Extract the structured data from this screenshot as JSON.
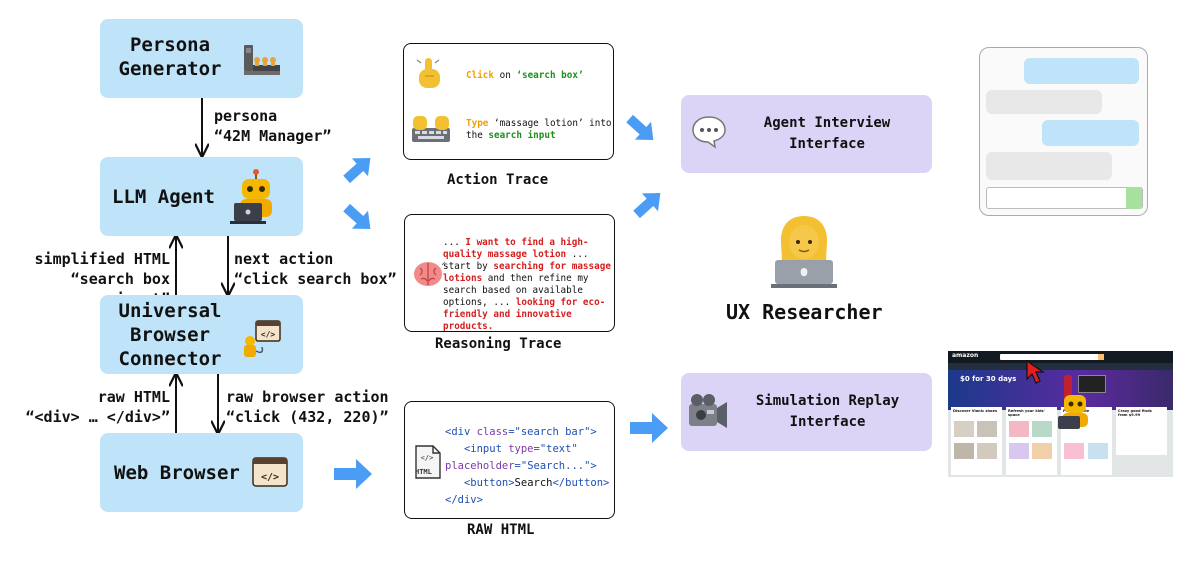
{
  "nodes": {
    "persona_generator": [
      "Persona",
      "Generator"
    ],
    "llm_agent": "LLM Agent",
    "connector": [
      "Universal",
      "Browser",
      "Connector"
    ],
    "web_browser": "Web Browser",
    "agent_interview": [
      "Agent Interview",
      "Interface"
    ],
    "simulation_replay": [
      "Simulation Replay",
      "Interface"
    ],
    "ux_researcher": "UX Researcher"
  },
  "edges": {
    "persona": [
      "persona",
      "“42M Manager”"
    ],
    "simplified_html": [
      "simplified HTML",
      "“search box input”"
    ],
    "next_action": [
      "next action",
      "“click search box”"
    ],
    "raw_html": [
      "raw HTML",
      "“<div> … </div>”"
    ],
    "raw_browser_action": [
      "raw browser action",
      "“click (432, 220)”"
    ]
  },
  "action_trace": {
    "caption": "Action Trace",
    "click": {
      "verb": "Click",
      "mid": " on ",
      "target": "‘search box’"
    },
    "type": {
      "verb": "Type",
      "text1": " ‘massage lotion’ into",
      "text2": "the ",
      "target": "search input"
    }
  },
  "reasoning_trace": {
    "caption": "Reasoning Trace",
    "parts": [
      {
        "t": "... ",
        "c": "plain"
      },
      {
        "t": "I want to find a high-quality massage lotion",
        "c": "red"
      },
      {
        "t": " ... start by ",
        "c": "plain"
      },
      {
        "t": "searching for massage lotions",
        "c": "red"
      },
      {
        "t": " and then refine my search based on available options, ... ",
        "c": "plain"
      },
      {
        "t": "looking for eco-friendly and innovative products.",
        "c": "red"
      }
    ]
  },
  "raw_html_card": {
    "caption": "RAW HTML",
    "icon_text": "HTML",
    "lines": [
      [
        {
          "t": "<div ",
          "c": "tag"
        },
        {
          "t": "class",
          "c": "attr"
        },
        {
          "t": "=\"search bar\">",
          "c": "tag"
        }
      ],
      [
        {
          "t": "   <input ",
          "c": "tag"
        },
        {
          "t": "type",
          "c": "attr"
        },
        {
          "t": "=\"text\"",
          "c": "tag"
        }
      ],
      [
        {
          "t": "placeholder",
          "c": "attr"
        },
        {
          "t": "=\"Search...\">",
          "c": "tag"
        }
      ],
      [
        {
          "t": "   <button>",
          "c": "tag"
        },
        {
          "t": "Search",
          "c": "plain"
        },
        {
          "t": "</button>",
          "c": "tag"
        }
      ],
      [
        {
          "t": "</div>",
          "c": "tag"
        }
      ]
    ]
  },
  "screenshot": {
    "brand": "amazon",
    "promo": "$0 for 30 days",
    "tiles": [
      "Discover Vionic shoes",
      "Refresh your kids' space",
      "Pr... upgrade",
      "Crazy good finds from $9.99"
    ]
  },
  "colors": {
    "node_blue": "#bfe3f8",
    "node_purple": "#dcd4f6",
    "arrow_blue": "#4a9cf5",
    "action_orange": "#f0a000",
    "action_green": "#1e8e1e",
    "reason_red": "#d42020",
    "tag_blue": "#1f4fb5",
    "attr_purple": "#7a3aa8"
  }
}
